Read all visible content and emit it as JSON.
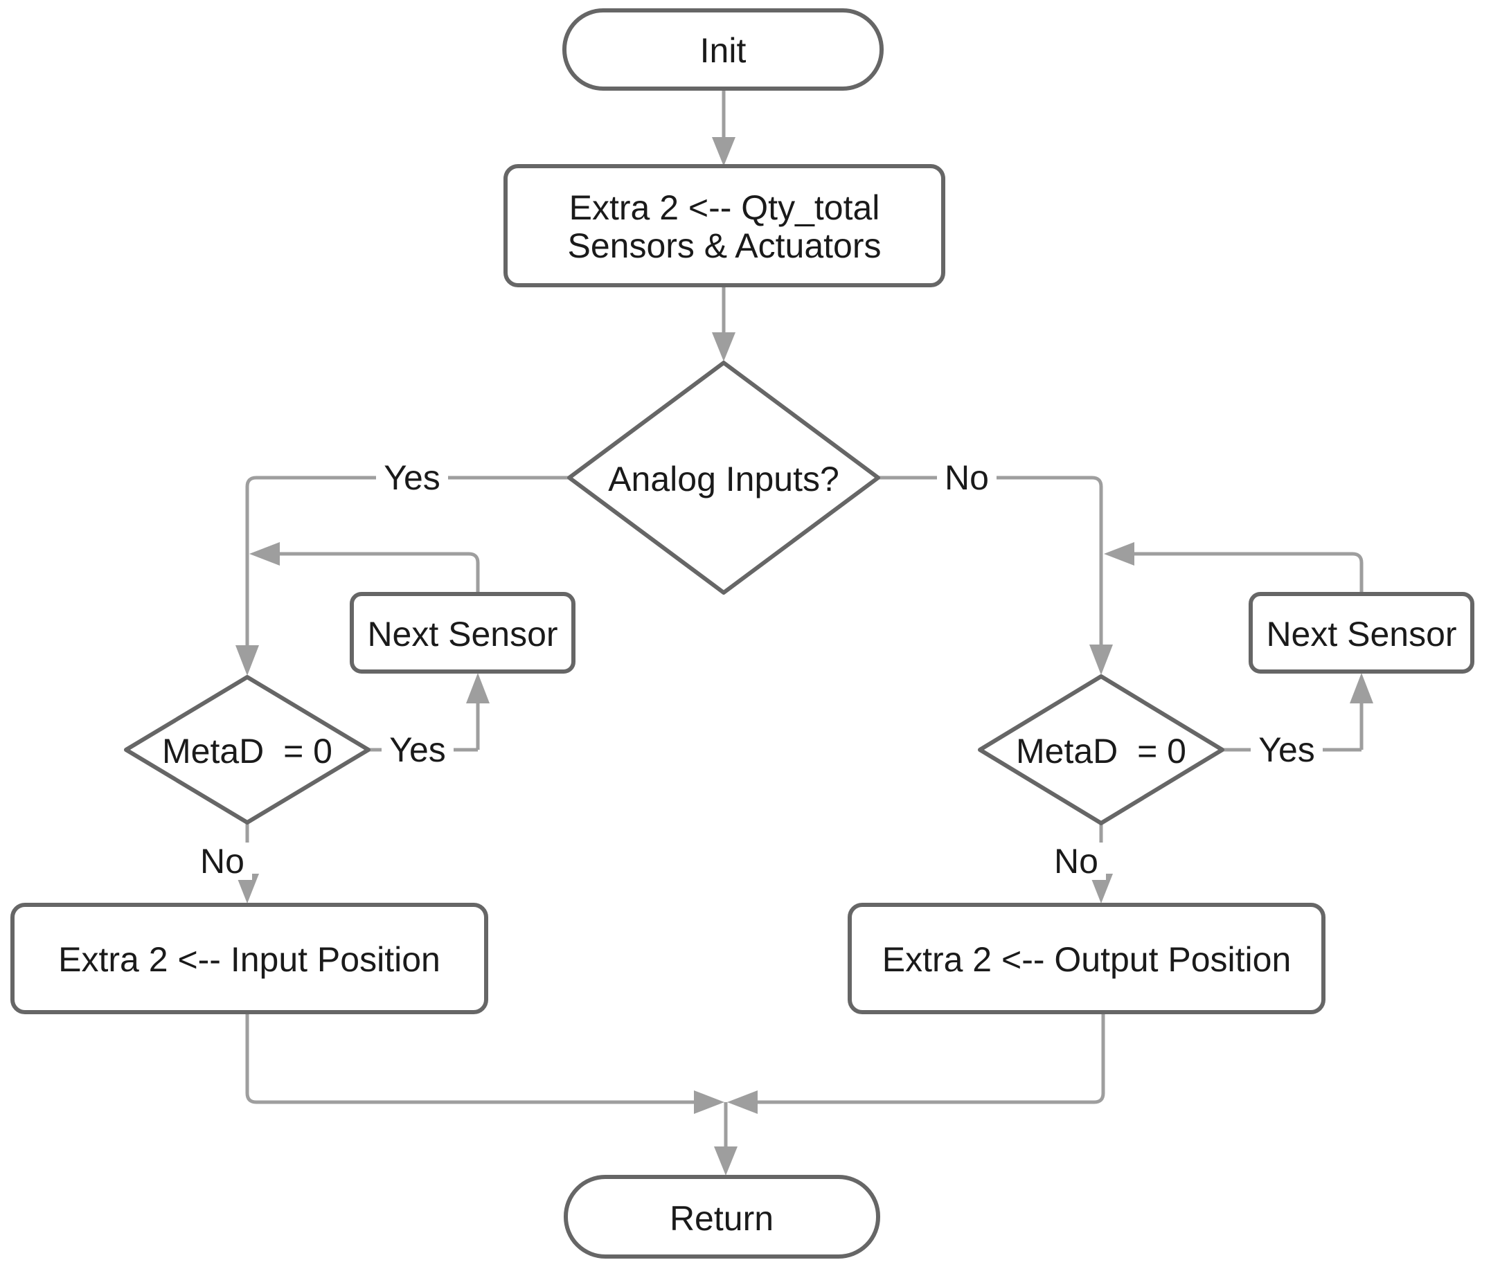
{
  "diagram": {
    "type": "flowchart",
    "background": "#ffffff",
    "colors": {
      "node_border": "#666666",
      "connector": "#9e9e9e",
      "arrowhead": "#9e9e9e",
      "text": "#1a1a1a",
      "label_background": "#ffffff"
    },
    "nodes": {
      "init": {
        "type": "terminator",
        "label": "Init"
      },
      "qty_total": {
        "type": "process",
        "label_line1": "Extra 2 <-- Qty_total",
        "label_line2": "Sensors & Actuators"
      },
      "analog_inputs": {
        "type": "decision",
        "label": "Analog Inputs?"
      },
      "next_sensor_left": {
        "type": "process",
        "label": "Next Sensor"
      },
      "metad_left": {
        "type": "decision",
        "label": "MetaD  = 0"
      },
      "input_position": {
        "type": "process",
        "label": "Extra 2 <-- Input Position"
      },
      "next_sensor_right": {
        "type": "process",
        "label": "Next Sensor"
      },
      "metad_right": {
        "type": "decision",
        "label": "MetaD  = 0"
      },
      "output_position": {
        "type": "process",
        "label": "Extra 2 <-- Output Position"
      },
      "return": {
        "type": "terminator",
        "label": "Return"
      }
    },
    "edges": {
      "analog_yes_label": "Yes",
      "analog_no_label": "No",
      "metad_left_yes_label": "Yes",
      "metad_left_no_label": "No",
      "metad_right_yes_label": "Yes",
      "metad_right_no_label": "No"
    }
  }
}
